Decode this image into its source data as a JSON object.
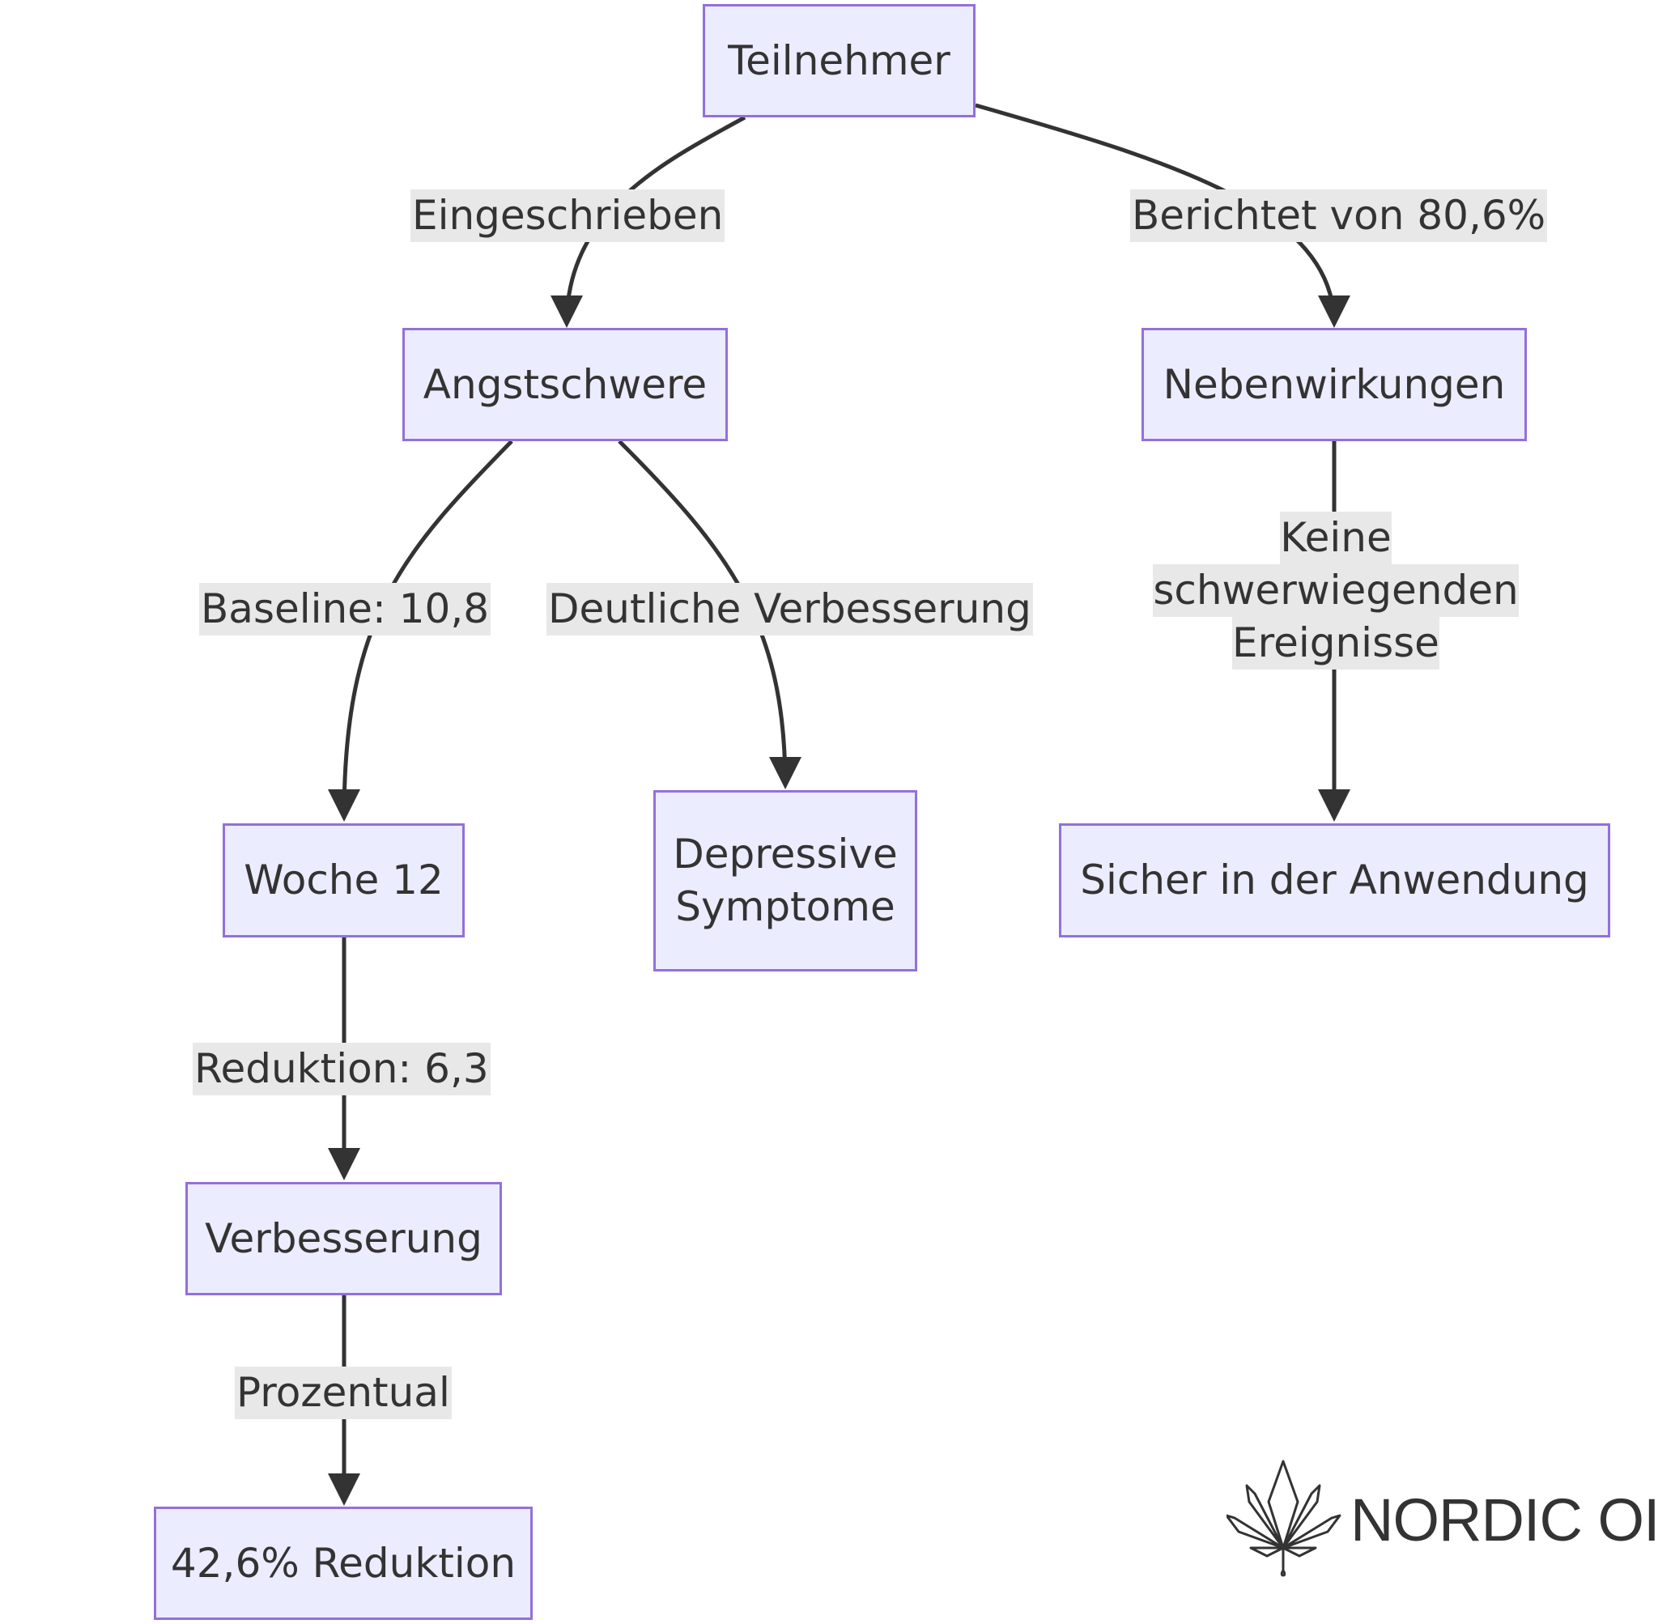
{
  "nodes": {
    "teilnehmer": "Teilnehmer",
    "angstschwere": "Angstschwere",
    "nebenwirkungen": "Nebenwirkungen",
    "woche12": "Woche 12",
    "depressive_line1": "Depressive",
    "depressive_line2": "Symptome",
    "sicher": "Sicher in der Anwendung",
    "verbesserung": "Verbesserung",
    "reduktion": "42,6% Reduktion"
  },
  "edges": {
    "eingeschrieben": "Eingeschrieben",
    "berichtet": "Berichtet von 80,6%",
    "baseline": "Baseline: 10,8",
    "deutliche": "Deutliche Verbesserung",
    "keine_line1": "Keine",
    "keine_line2": "schwerwiegenden",
    "keine_line3": "Ereignisse",
    "reduktion_63": "Reduktion: 6,3",
    "prozentual": "Prozentual"
  },
  "logo": {
    "text": "NORDIC OIL"
  },
  "colors": {
    "node_fill": "#ececff",
    "node_border": "#9370db",
    "edge": "#333333",
    "label_bg": "#e8e8e8"
  }
}
